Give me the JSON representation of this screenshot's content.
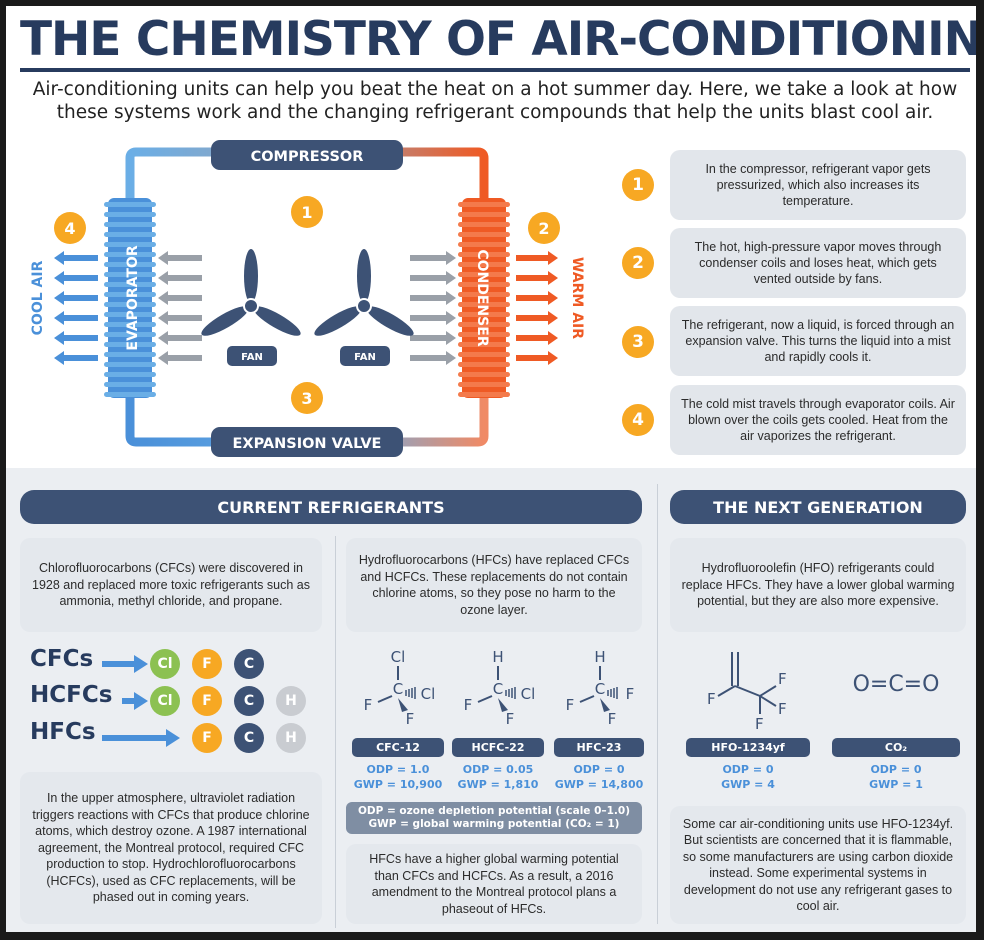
{
  "title": "THE CHEMISTRY OF AIR-CONDITIONING",
  "intro": "Air-conditioning units can help you beat the heat on a hot summer day. Here, we take a look at how these systems work and the changing refrigerant compounds that help the units blast cool air.",
  "diagram": {
    "compressor": "COMPRESSOR",
    "expansion_valve": "EXPANSION VALVE",
    "evaporator": "EVAPORATOR",
    "condenser": "CONDENSER",
    "cool_air": "COOL AIR",
    "warm_air": "WARM AIR",
    "fan": "FAN",
    "nums": [
      "1",
      "2",
      "3",
      "4"
    ]
  },
  "steps": [
    {
      "num": "1",
      "text": "In the compressor, refrigerant vapor gets pressurized, which also increases its temperature."
    },
    {
      "num": "2",
      "text": "The hot, high-pressure vapor moves through condenser coils and loses heat, which gets vented outside by fans."
    },
    {
      "num": "3",
      "text": "The refrigerant, now a liquid, is forced through an expansion valve. This turns the liquid into a mist and rapidly cools it."
    },
    {
      "num": "4",
      "text": "The cold mist travels through evaporator coils. Air blown over the coils gets cooled. Heat from the air vaporizes the refrigerant."
    }
  ],
  "current": {
    "header": "CURRENT REFRIGERANTS",
    "cfc_intro": "Chlorofluorocarbons (CFCs) were discovered in 1928 and replaced more toxic refrigerants such as ammonia, methyl chloride, and propane.",
    "hfc_intro": "Hydrofluorocarbons (HFCs) have replaced CFCs and HCFCs. These replacements do not contain chlorine atoms, so they pose no harm to the ozone layer.",
    "classes": [
      {
        "name": "CFCs",
        "atoms": [
          "Cl",
          "F",
          "C"
        ]
      },
      {
        "name": "HCFCs",
        "atoms": [
          "Cl",
          "F",
          "C",
          "H"
        ]
      },
      {
        "name": "HFCs",
        "atoms": [
          "F",
          "C",
          "H"
        ]
      }
    ],
    "atom_colors": {
      "Cl": "#8cc152",
      "F": "#f7a823",
      "C": "#3d5275",
      "H": "#c9ccd1"
    },
    "molecules": [
      {
        "label": "CFC-12",
        "odp": "ODP = 1.0",
        "gwp": "GWP = 10,900",
        "top": "Cl",
        "right": "Cl"
      },
      {
        "label": "HCFC-22",
        "odp": "ODP = 0.05",
        "gwp": "GWP = 1,810",
        "top": "H",
        "right": "Cl"
      },
      {
        "label": "HFC-23",
        "odp": "ODP = 0",
        "gwp": "GWP = 14,800",
        "top": "H",
        "right": "F"
      }
    ],
    "legend_odp": "ODP = ozone depletion potential (scale 0–1.0)",
    "legend_gwp": "GWP = global warming potential (CO₂ = 1)",
    "upper_atmo": "In the upper atmosphere, ultraviolet radiation triggers reactions with CFCs that produce chlorine atoms, which destroy ozone. A 1987 international agreement, the Montreal protocol, required CFC production to stop. Hydrochlorofluorocarbons (HCFCs), used as CFC replacements, will be phased out in coming years.",
    "hfc_gwp": "HFCs have a higher global warming potential than CFCs and HCFCs. As a result, a 2016 amendment to the Montreal protocol plans a phaseout of HFCs."
  },
  "next": {
    "header": "THE NEXT GENERATION",
    "intro": "Hydrofluoroolefin (HFO) refrigerants could replace HFCs. They have a lower global warming potential, but they are also more expensive.",
    "molecules": [
      {
        "label": "HFO-1234yf",
        "odp": "ODP = 0",
        "gwp": "GWP = 4"
      },
      {
        "label": "CO₂",
        "odp": "ODP = 0",
        "gwp": "GWP = 1",
        "formula": "O=C=O"
      }
    ],
    "bottom": "Some car air-conditioning units use HFO-1234yf. But scientists are concerned that it is flammable, so some manufacturers are using carbon dioxide instead. Some experimental systems in development do not use any refrigerant gases to cool air."
  },
  "colors": {
    "navy": "#273b5e",
    "blue": "#4a90d9",
    "orange": "#ef5a24",
    "amber": "#f7a823",
    "gray": "#9aa0a8"
  }
}
